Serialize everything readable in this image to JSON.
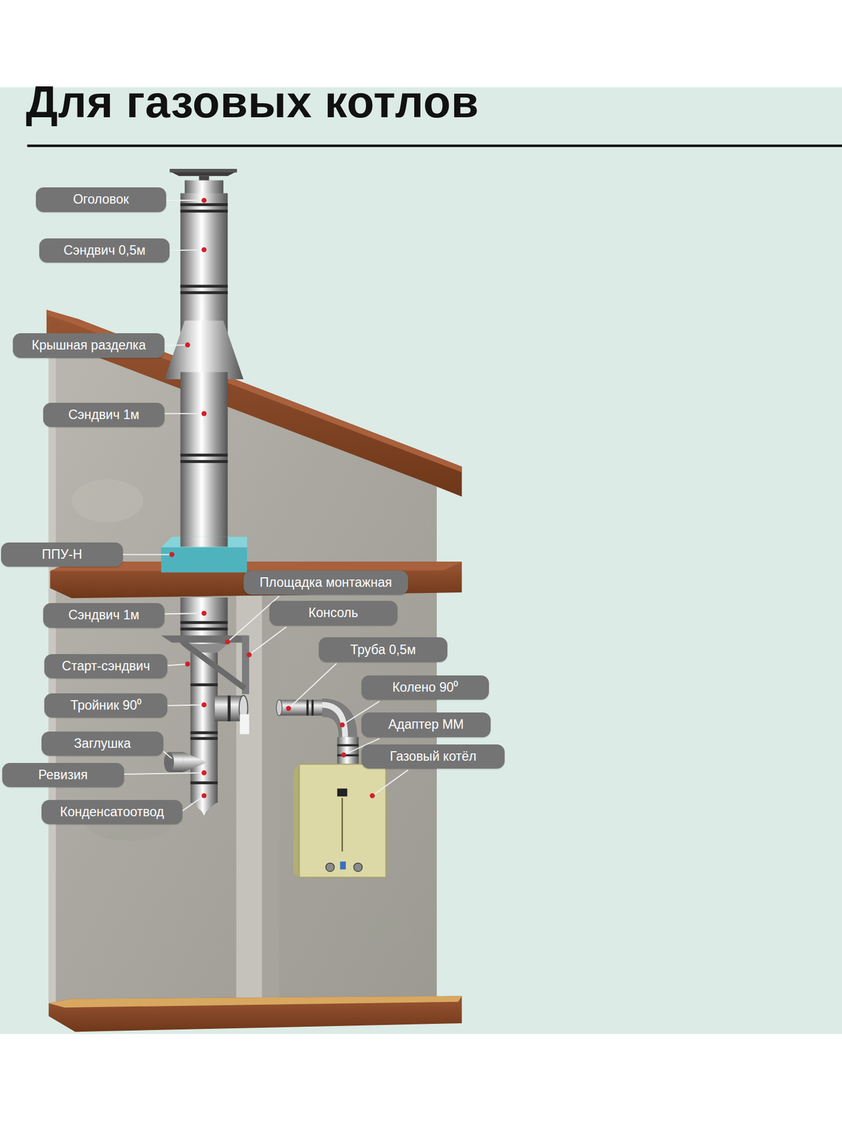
{
  "diagram": {
    "title": "Для газовых котлов",
    "nodes": [
      {
        "text": [
          "Оголовок"
        ]
      },
      {
        "text": [
          "Сэндвич 0,5м"
        ]
      },
      {
        "text": [
          "Крышная разделка"
        ]
      },
      {
        "text": [
          "Сэндвич 1м"
        ]
      },
      {
        "text": [
          "ППУ-Н"
        ]
      },
      {
        "text": [
          "Площадка монтажная"
        ]
      },
      {
        "text": [
          "Консоль"
        ]
      },
      {
        "text": [
          "Сэндвич 1м"
        ]
      },
      {
        "text": [
          "Труба 0,5м"
        ]
      },
      {
        "text": [
          "Старт-сэндвич"
        ]
      },
      {
        "text": [
          "Колено 90⁰"
        ]
      },
      {
        "text": [
          "Тройник 90⁰"
        ]
      },
      {
        "text": [
          "Адаптер ММ"
        ]
      },
      {
        "text": [
          "Заглушка"
        ]
      },
      {
        "text": [
          "Газовый котёл"
        ]
      },
      {
        "text": [
          "Ревизия"
        ]
      },
      {
        "text": [
          "Конденсатоотвод"
        ]
      }
    ]
  }
}
